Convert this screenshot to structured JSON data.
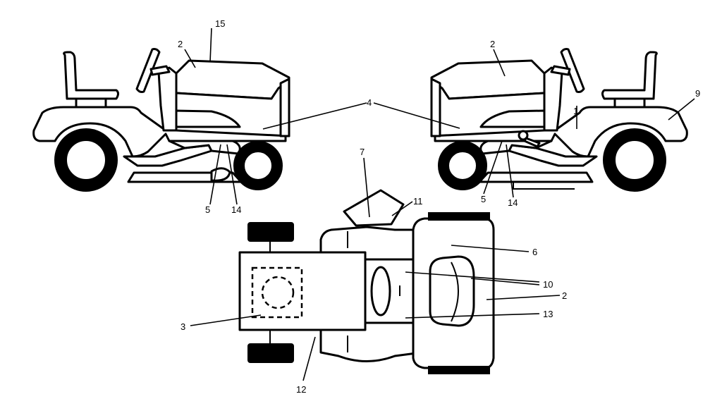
{
  "callouts": {
    "c1": "1",
    "c2_left": "2",
    "c2_right": "2",
    "c2_top": "2",
    "c3": "3",
    "c4": "4",
    "c5_left": "5",
    "c5_right": "5",
    "c6": "6",
    "c7": "7",
    "c9": "9",
    "c10": "10",
    "c11": "11",
    "c12": "12",
    "c13": "13",
    "c14_left": "14",
    "c14_right": "14",
    "c15": "15"
  },
  "colors": {
    "line": "#000000",
    "fill": "#ffffff"
  }
}
